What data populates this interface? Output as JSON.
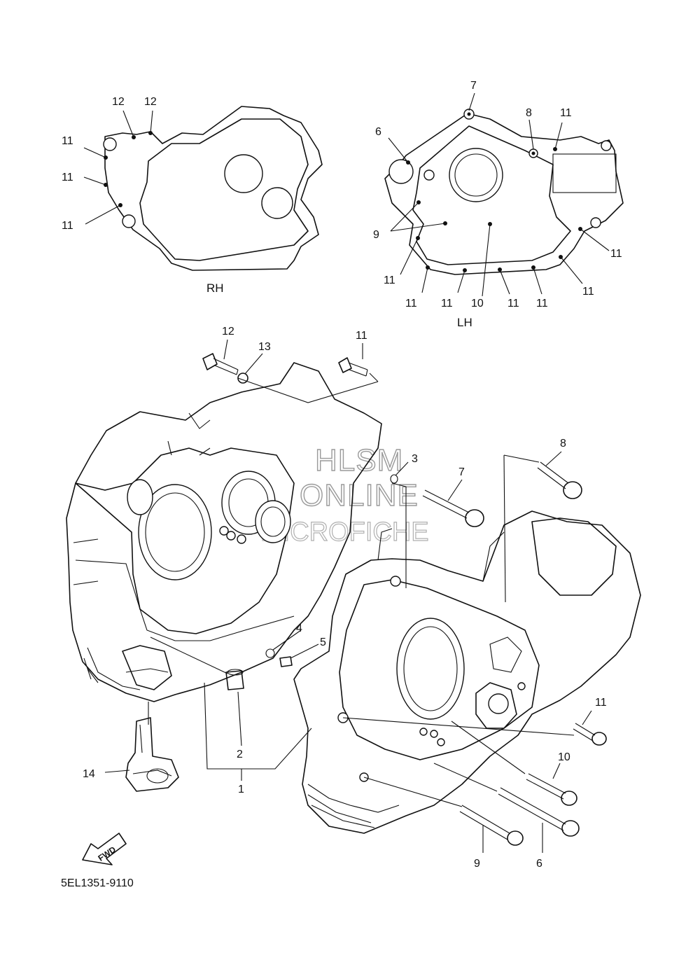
{
  "diagram": {
    "reference_code": "5EL1351-9110",
    "gasket_rh_label": "RH",
    "gasket_lh_label": "LH",
    "fwd_label": "FWD",
    "watermark": [
      "HLSM",
      "ONLINE",
      "MICROFICHE"
    ],
    "callouts": {
      "rh_12a": "12",
      "rh_12b": "12",
      "rh_11a": "11",
      "rh_11b": "11",
      "rh_11c": "11",
      "lh_7": "7",
      "lh_8": "8",
      "lh_6": "6",
      "lh_11top": "11",
      "lh_9": "9",
      "lh_11r1": "11",
      "lh_11r2": "11",
      "lh_11l": "11",
      "lh_11b1": "11",
      "lh_11b2": "11",
      "lh_10": "10",
      "lh_11b3": "11",
      "lh_11b4": "11",
      "m_12": "12",
      "m_13": "13",
      "m_11": "11",
      "m_3": "3",
      "m_8": "8",
      "m_7": "7",
      "m_4": "4",
      "m_5": "5",
      "m_2": "2",
      "m_1": "1",
      "m_14": "14",
      "m_11r": "11",
      "m_10": "10",
      "m_9": "9",
      "m_6": "6"
    }
  }
}
